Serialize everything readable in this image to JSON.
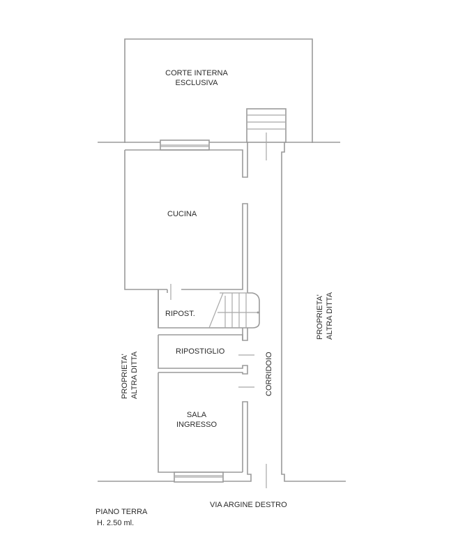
{
  "floor_plan": {
    "level": {
      "name": "PIANO TERRA",
      "height": "H. 2.50 ml."
    },
    "street": "VIA ARGINE DESTRO",
    "rooms": {
      "courtyard": {
        "line1": "CORTE INTERNA",
        "line2": "ESCLUSIVA"
      },
      "kitchen": "CUCINA",
      "storage_small": "RIPOST.",
      "storage": "RIPOSTIGLIO",
      "entrance": {
        "line1": "SALA",
        "line2": "INGRESSO"
      },
      "corridor": "CORRIDOIO"
    },
    "neighbors": {
      "left": {
        "line1": "PROPRIETA'",
        "line2": "ALTRA DITTA"
      },
      "right": {
        "line1": "PROPRIETA'",
        "line2": "ALTRA DITTA"
      }
    },
    "colors": {
      "wall": "#9a9a9a",
      "text": "#2b2b2b",
      "background": "#ffffff"
    }
  }
}
